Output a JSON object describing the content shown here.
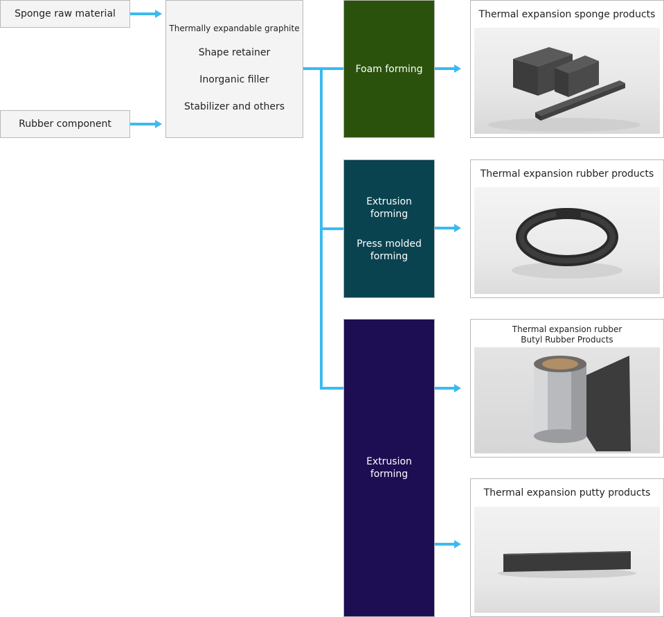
{
  "inputs": {
    "sponge": "Sponge raw material",
    "rubber": "Rubber component"
  },
  "mixture": {
    "items": [
      "Thermally expandable graphite",
      "Shape retainer",
      "Inorganic filler",
      "Stabilizer and others"
    ]
  },
  "processes": {
    "foam": "Foam forming",
    "extrusion_press": [
      "Extrusion",
      "forming",
      "Press molded",
      "forming"
    ],
    "extrusion": [
      "Extrusion",
      "forming"
    ]
  },
  "products": {
    "sponge": "Thermal expansion sponge products",
    "rubber": "Thermal expansion rubber products",
    "butyl": [
      "Thermal expansion rubber",
      "Butyl Rubber Products"
    ],
    "putty": "Thermal expansion putty products"
  },
  "colors": {
    "arrow": "#3bbaf0",
    "foam_box": "#2b520d",
    "extrusion_press_box": "#0a4350",
    "extrusion_box": "#1d0d52"
  }
}
